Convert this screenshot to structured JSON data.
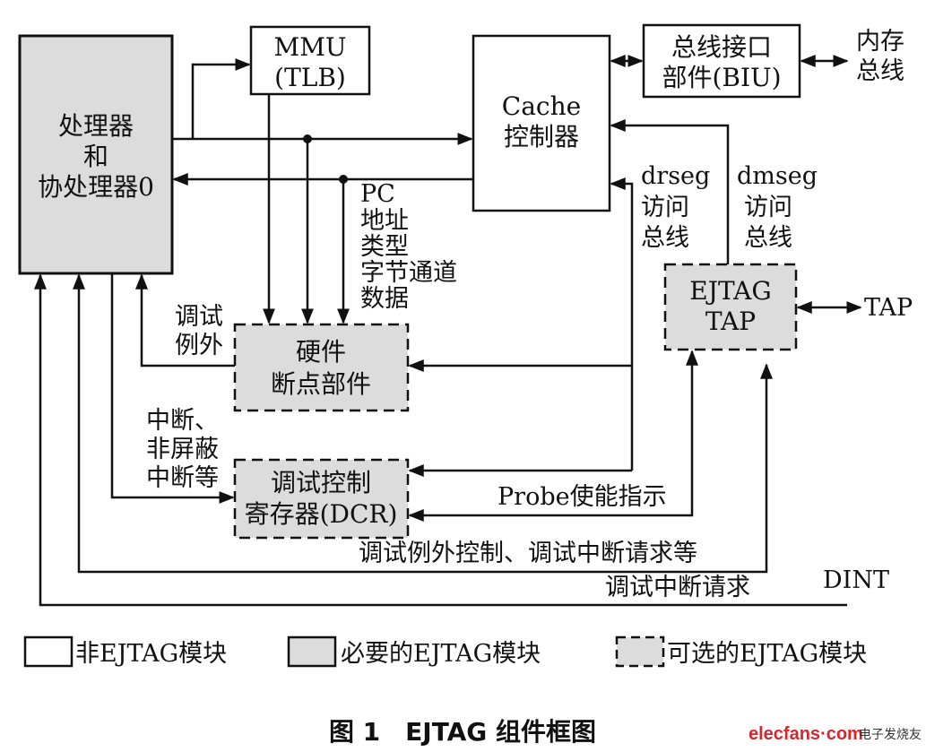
{
  "blocks": {
    "processor": [
      "处理器",
      "和",
      "协处理器0"
    ],
    "mmu": [
      "MMU",
      "(TLB)"
    ],
    "cache": [
      "Cache",
      "控制器"
    ],
    "biu": [
      "总线接口",
      "部件(BIU)"
    ],
    "hw_breakpoint": [
      "硬件",
      "断点部件"
    ],
    "dcr": [
      "调试控制",
      "寄存器(DCR)"
    ],
    "ejtag_tap": [
      "EJTAG",
      "TAP"
    ]
  },
  "labels": {
    "memory_bus": [
      "内存",
      "总线"
    ],
    "pc_signals": [
      "PC",
      "地址",
      "类型",
      "字节通道",
      "数据"
    ],
    "drseg": [
      "drseg",
      "访问",
      "总线"
    ],
    "dmseg": [
      "dmseg",
      "访问",
      "总线"
    ],
    "tap": "TAP",
    "debug_exception": [
      "调试",
      "例外"
    ],
    "interrupts": [
      "中断、",
      "非屏蔽",
      "中断等"
    ],
    "probe_enable": "Probe使能指示",
    "debug_exception_control": "调试例外控制、调试中断请求等",
    "debug_interrupt_request": "调试中断请求",
    "dint": "DINT"
  },
  "legend": {
    "non_ejtag": "非EJTAG模块",
    "required_ejtag": "必要的EJTAG模块",
    "optional_ejtag": "可选的EJTAG模块"
  },
  "caption": "图 1　EJTAG 组件框图",
  "watermark": {
    "site": "elecfans·com",
    "name": "电子发烧友"
  },
  "colors": {
    "fill_gray": "#dcdcdc",
    "stroke": "#111111",
    "watermark": "#d8262a"
  }
}
